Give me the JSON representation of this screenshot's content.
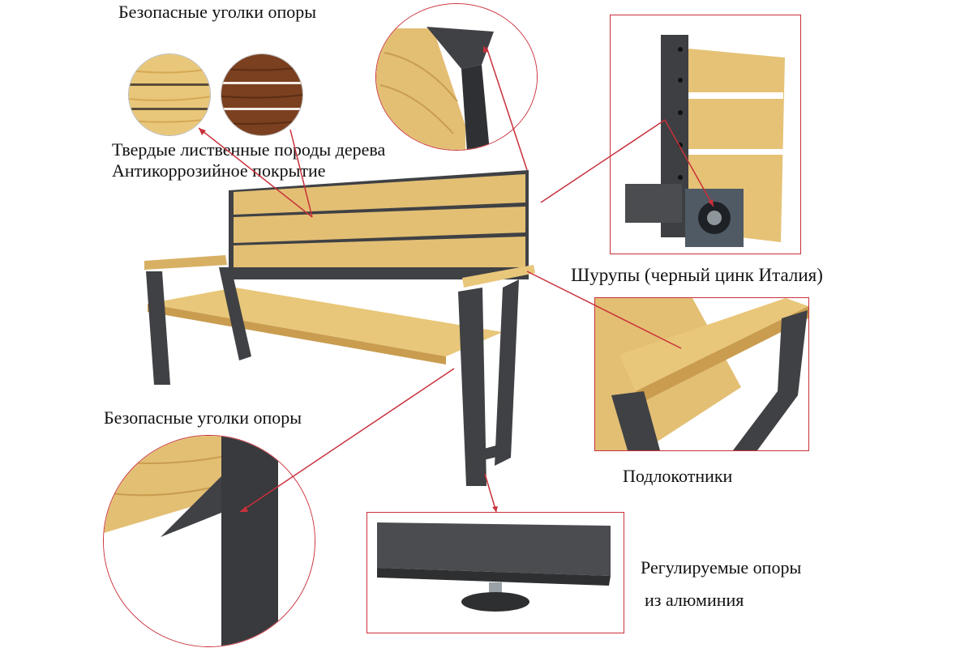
{
  "labels": {
    "safe_corners_top": "Безопасные уголки опоры",
    "hardwood": "Твердые лиственные породы дерева",
    "anticorrosion": "Антикоррозийное покрытие",
    "screws": "Шурупы (черный цинк Италия)",
    "armrests": "Подлокотники",
    "safe_corners_bottom": "Безопасные уголки опоры",
    "adjustable_feet_line1": "Регулируемые опоры",
    "adjustable_feet_line2": "из алюминия"
  },
  "colors": {
    "callout_red": "#c9303a",
    "wood_light": "#e8c77a",
    "wood_dark": "#7a4020",
    "frame_gray": "#3f4144"
  }
}
